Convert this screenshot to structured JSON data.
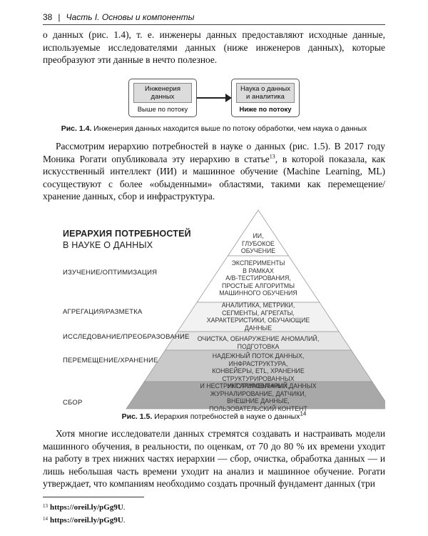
{
  "header": {
    "page_number": "38",
    "separator": "|",
    "running_title": "Часть I. Основы и компоненты"
  },
  "paragraphs": {
    "p1": "о данных (рис. 1.4), т. е. инженеры данных предоставляют исходные данные, используемые исследователями данных (ниже инженеров данных), которые преобразуют эти данные в нечто полезное.",
    "p2_before": "Рассмотрим иерархию потребностей в науке о данных (рис. 1.5). В 2017 году Моника Рогати опубликовала эту иерархию в статье",
    "p2_ref": "13",
    "p2_after": ", в которой показала, как искусственный интеллект (ИИ) и машинное обучение (Machine Learning, ML) сосуществуют с более «обыденными» областями, такими как перемещение/хранение данных, сбор и инфраструктура.",
    "p3": "Хотя многие исследователи данных стремятся создавать и настраивать модели машинного обучения, в реальности, по оценкам, от 70 до 80 % их времени уходит на работу в трех нижних частях иерархии — сбор, очистка, обработка данных — и лишь небольшая часть времени уходит на анализ и машинное обучение. Рогати утверждает, что компаниям необходимо создать прочный фундамент данных (три"
  },
  "figure1": {
    "left_box": {
      "inner": "Инженерия\nданных",
      "label": "Выше по потоку"
    },
    "right_box": {
      "inner": "Наука о данных\nи аналитика",
      "label": "Ниже по потоку"
    },
    "caption_num": "Рис. 1.4.",
    "caption_text": "Инженерия данных находится выше по потоку обработки, чем наука о данных"
  },
  "figure2": {
    "title_line1": "ИЕРАРХИЯ ПОТРЕБНОСТЕЙ",
    "title_line2": "В НАУКЕ О ДАННЫХ",
    "stages": [
      "ИЗУЧЕНИЕ/ОПТИМИЗАЦИЯ",
      "АГРЕГАЦИЯ/РАЗМЕТКА",
      "ИССЛЕДОВАНИЕ/ПРЕОБРАЗОВАНИЕ",
      "ПЕРЕМЕЩЕНИЕ/ХРАНЕНИЕ",
      "СБОР"
    ],
    "tiers": [
      "ИИ,\nГЛУБОКОЕ\nОБУЧЕНИЕ",
      "ЭКСПЕРИМЕНТЫ\nВ РАМКАХ\nA/B-ТЕСТИРОВАНИЯ,\nПРОСТЫЕ АЛГОРИТМЫ\nМАШИННОГО ОБУЧЕНИЯ",
      "АНАЛИТИКА, МЕТРИКИ,\nСЕГМЕНТЫ, АГРЕГАТЫ,\nХАРАКТЕРИСТИКИ, ОБУЧАЮЩИЕ ДАННЫЕ",
      "ОЧИСТКА, ОБНАРУЖЕНИЕ АНОМАЛИЙ, ПОДГОТОВКА",
      "НАДЕЖНЫЙ ПОТОК ДАННЫХ, ИНФРАСТРУКТУРА,\nКОНВЕЙЕРЫ, ETL, ХРАНЕНИЕ СТРУКТУРИРОВАННЫХ\nИ НЕСТРУКТУРИРОВАННЫХ ДАННЫХ",
      "ИНСТРУМЕНТАРИЙ, ЖУРНАЛИРОВАНИЕ, ДАТЧИКИ,\nВНЕШНИЕ ДАННЫЕ, ПОЛЬЗОВАТЕЛЬСКИЙ КОНТЕНТ"
    ],
    "tier_fills": [
      "#ffffff",
      "#ffffff",
      "#f2f2f2",
      "#e6e6e6",
      "#c9c9c9",
      "#a8a8a8"
    ],
    "caption_num": "Рис. 1.5.",
    "caption_text": "Иерархия потребностей в науке о данных",
    "caption_ref": "14"
  },
  "footnotes": [
    {
      "num": "13",
      "url": "https://oreil.ly/pGg9U",
      "end": "."
    },
    {
      "num": "14",
      "url": "https://oreil.ly/pGg9U",
      "end": "."
    }
  ]
}
